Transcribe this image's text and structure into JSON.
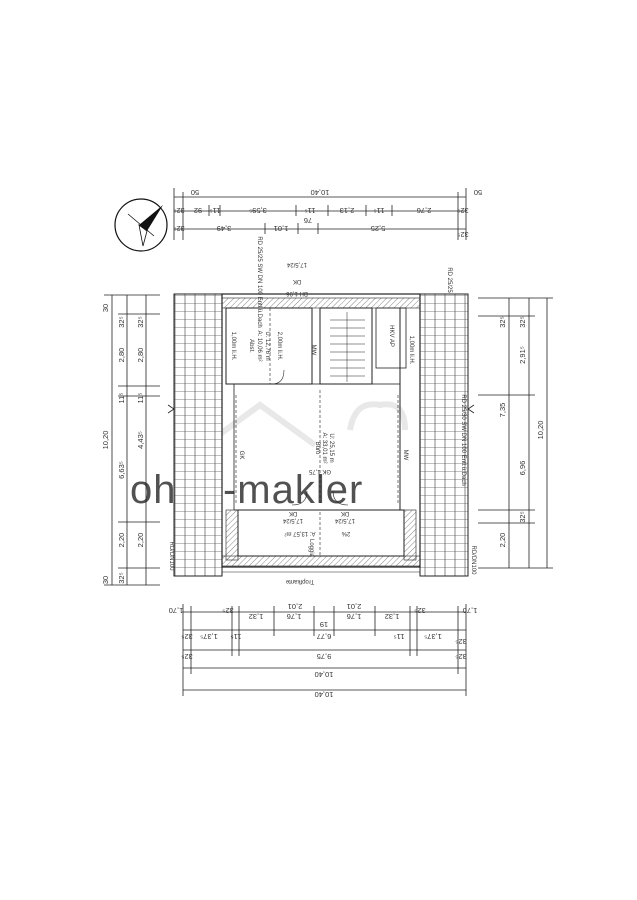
{
  "plan": {
    "top_dims": {
      "overall_top": "10,40",
      "left_end": "50",
      "right_end": "50",
      "row1": [
        "32⁵",
        "92",
        "11⁵",
        "3,59⁵",
        "11⁵",
        "2,13",
        "11⁵",
        "2,76",
        "32⁵"
      ],
      "row2": [
        "32⁵",
        "3,49",
        "1,01",
        "76",
        "5,25",
        "32⁵"
      ]
    },
    "bottom_dims": {
      "row1": [
        "1,70",
        "32⁵",
        "1,32",
        "1,76",
        "2,01",
        "19",
        "2,01",
        "1,76",
        "1,32",
        "32⁵",
        "1,70"
      ],
      "row2": [
        "32⁵",
        "1,37⁵",
        "11⁵",
        "6,77",
        "11⁵",
        "1,37⁵",
        "32⁵"
      ],
      "row3": [
        "32⁵",
        "9,75",
        "32⁵"
      ],
      "overall": "10,40",
      "overall2": "10,40"
    },
    "left_dims": {
      "overall": "10,20",
      "top_end": "30",
      "bottom_end": "30",
      "col1": [
        "32⁵",
        "2,80",
        "11⁵",
        "6,63⁵",
        "2,20",
        "32⁵"
      ],
      "col2": [
        "32⁵",
        "2,80",
        "11⁵",
        "4,43⁵",
        "2,20"
      ]
    },
    "right_dims": {
      "overall": "10,20",
      "col1": [
        "32⁵",
        "7,35",
        "2,20"
      ],
      "col2": [
        "32⁵",
        "2,91⁵",
        "6,96",
        "32⁵"
      ]
    },
    "labels": {
      "roof_slope_top": "17,5/24",
      "roof_note_top": "RD 25/25\nSW DN 100\nEntl.ü.Dach",
      "roof_note_top_right": "RD 25/25",
      "dk": "DK",
      "bh": "BH 1,96",
      "abst": "Abst.",
      "abst_area": "A: 10,06 m²",
      "abst_perimeter": "U: 12,76 m",
      "abst_height_left": "1,00m li.H.",
      "abst_height_right": "2,00m li.H.",
      "hkv_ap": "HKV AP",
      "height_right": "1,00m li.H.",
      "buero": "Büro",
      "buero_area": "A: 33,01 m²",
      "buero_perimeter": "U: 25,15 m",
      "mw1": "MW",
      "mw2": "MW",
      "gk": "GK",
      "loggia": "Loggia",
      "loggia_area": "A: 13,57 m²",
      "loggia_slope_left": "17,5/24",
      "loggia_slope_right": "17,5/24",
      "loggia_pct": "2%",
      "dk2": "DK",
      "dk3": "DK",
      "gk_note": "GK 1,75",
      "rd_right": "RD 25/30\nSW DN 100\nEntl.ü.Dach",
      "rd_left_bottom": "RD/DN100",
      "rd_right_bottom": "RD/DN100",
      "tropfkante": "Tropfkante",
      "wm_text": "ohne-makler"
    }
  }
}
